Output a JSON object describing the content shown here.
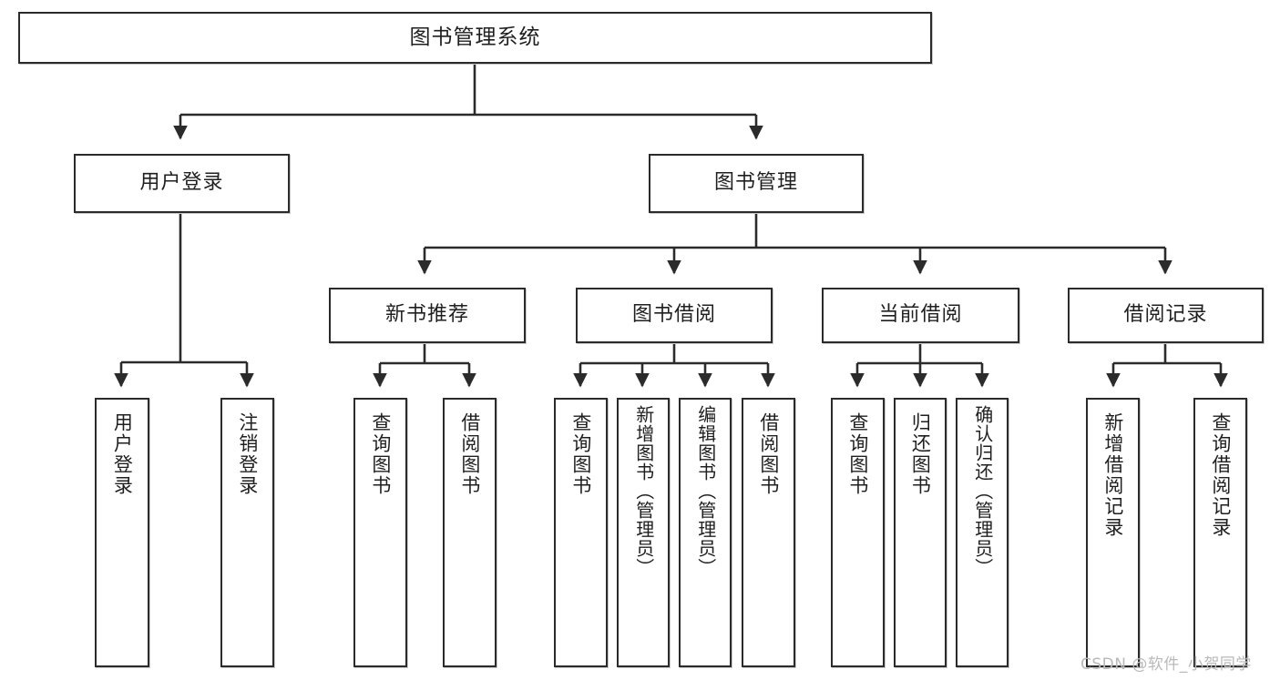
{
  "diagram": {
    "title": "图书管理系统",
    "type": "tree-hierarchy-chart",
    "watermark": "CSDN @软件_小贺同学",
    "colors": {
      "box_border": "#2b2b2b",
      "box_fill": "#ffffff",
      "connector": "#2b2b2b",
      "text": "#1f1f1f",
      "watermark": "#b9b9b9",
      "background": "#ffffff"
    },
    "nodes": {
      "root": {
        "label": "图书管理系统",
        "level": 1
      },
      "level2": [
        {
          "id": "user-login",
          "label": "用户登录"
        },
        {
          "id": "book-management",
          "label": "图书管理"
        }
      ],
      "level3": [
        {
          "id": "new-book-recommend",
          "label": "新书推荐",
          "parent": "book-management"
        },
        {
          "id": "book-borrow",
          "label": "图书借阅",
          "parent": "book-management"
        },
        {
          "id": "current-borrow",
          "label": "当前借阅",
          "parent": "book-management"
        },
        {
          "id": "borrow-record",
          "label": "借阅记录",
          "parent": "book-management"
        }
      ],
      "leaves": [
        {
          "id": "leaf-user-login",
          "label": "用户登录",
          "parent": "user-login"
        },
        {
          "id": "leaf-logout-login",
          "label": "注销登录",
          "parent": "user-login"
        },
        {
          "id": "leaf-query-book-1",
          "label": "查询图书",
          "parent": "new-book-recommend"
        },
        {
          "id": "leaf-borrow-book-1",
          "label": "借阅图书",
          "parent": "new-book-recommend"
        },
        {
          "id": "leaf-query-book-2",
          "label": "查询图书",
          "parent": "book-borrow"
        },
        {
          "id": "leaf-add-book",
          "label": "新增图书（管理员）",
          "parent": "book-borrow"
        },
        {
          "id": "leaf-edit-book",
          "label": "编辑图书（管理员）",
          "parent": "book-borrow"
        },
        {
          "id": "leaf-borrow-book-2",
          "label": "借阅图书",
          "parent": "book-borrow"
        },
        {
          "id": "leaf-query-book-3",
          "label": "查询图书",
          "parent": "current-borrow"
        },
        {
          "id": "leaf-return-book",
          "label": "归还图书",
          "parent": "current-borrow"
        },
        {
          "id": "leaf-confirm-return",
          "label": "确认归还（管理员）",
          "parent": "current-borrow"
        },
        {
          "id": "leaf-add-record",
          "label": "新增借阅记录",
          "parent": "borrow-record"
        },
        {
          "id": "leaf-query-record",
          "label": "查询借阅记录",
          "parent": "borrow-record"
        }
      ]
    }
  }
}
